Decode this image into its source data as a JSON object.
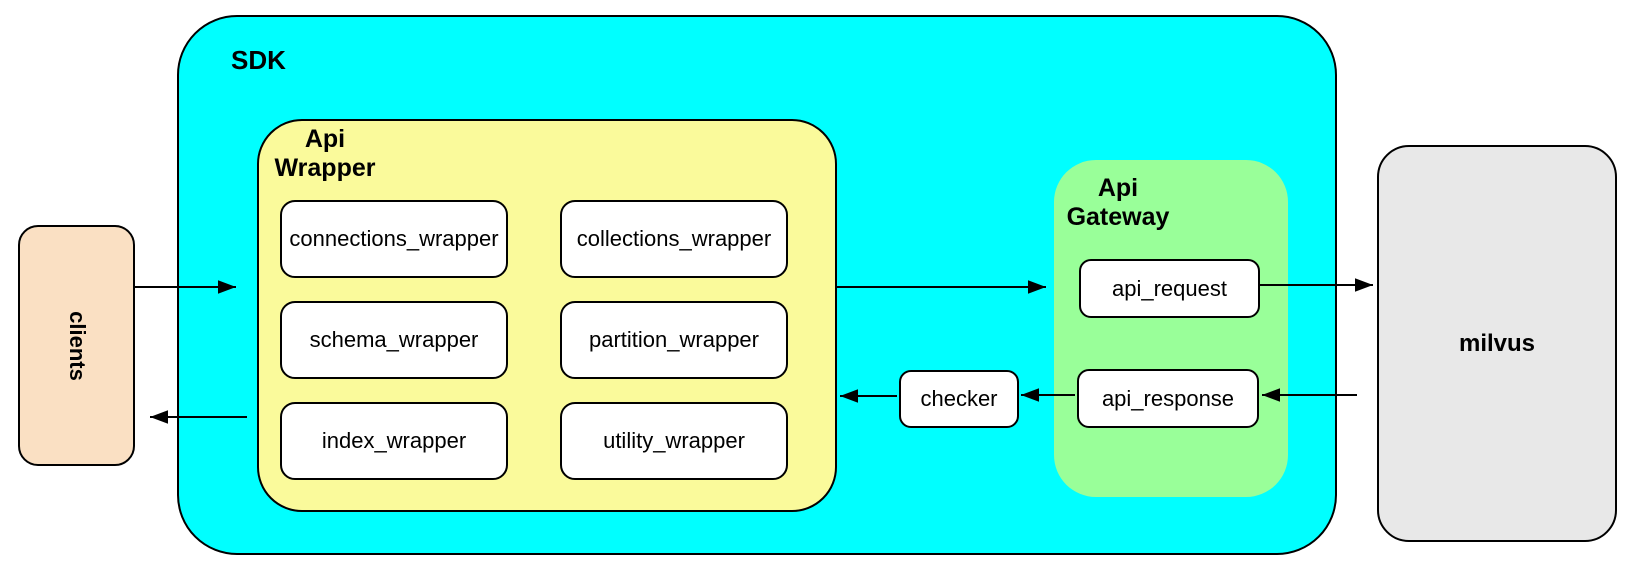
{
  "colors": {
    "sdk_fill": "#00ffff",
    "api_wrapper_fill": "#fafa9b",
    "api_gateway_fill": "#99ff99",
    "clients_fill": "#fae0c3",
    "milvus_fill": "#e8e8e8",
    "node_fill": "#ffffff",
    "border": "#000000"
  },
  "nodes": {
    "clients": {
      "label": "clients"
    },
    "sdk": {
      "label": "SDK"
    },
    "api_wrapper": {
      "label": "Api\nWrapper",
      "children": [
        "connections_wrapper",
        "collections_wrapper",
        "schema_wrapper",
        "partition_wrapper",
        "index_wrapper",
        "utility_wrapper"
      ]
    },
    "checker": {
      "label": "checker"
    },
    "api_gateway": {
      "label": "Api\nGateway",
      "children": [
        "api_request",
        "api_response"
      ]
    },
    "milvus": {
      "label": "milvus"
    }
  },
  "edges": [
    {
      "from": "clients",
      "to": "sdk"
    },
    {
      "from": "sdk",
      "to": "clients"
    },
    {
      "from": "api_wrapper",
      "to": "api_gateway"
    },
    {
      "from": "api_request",
      "to": "milvus"
    },
    {
      "from": "milvus",
      "to": "api_response"
    },
    {
      "from": "api_response",
      "to": "checker"
    },
    {
      "from": "checker",
      "to": "api_wrapper"
    }
  ]
}
